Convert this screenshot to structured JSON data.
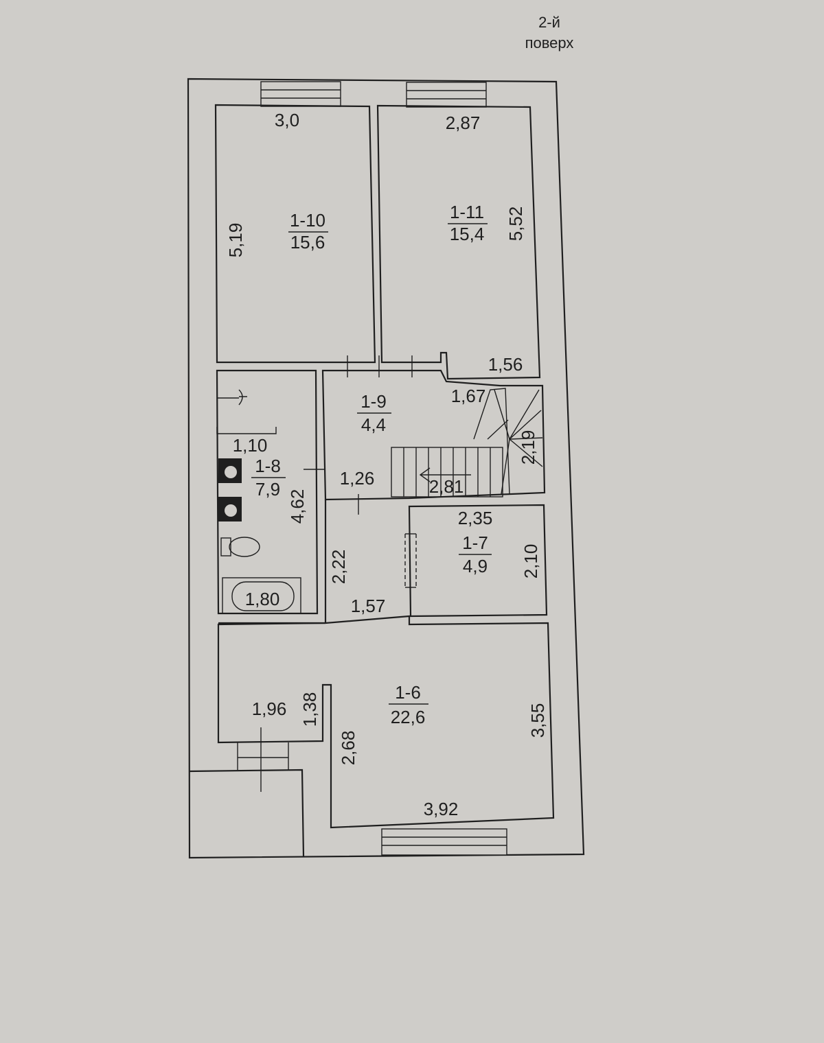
{
  "floor_label": [
    "2-й",
    "поверх"
  ],
  "rooms": [
    {
      "id": "1-10",
      "area": "15,6"
    },
    {
      "id": "1-11",
      "area": "15,4"
    },
    {
      "id": "1-9",
      "area": "4,4"
    },
    {
      "id": "1-8",
      "area": "7,9"
    },
    {
      "id": "1-7",
      "area": "4,9"
    },
    {
      "id": "1-6",
      "area": "22,6"
    }
  ],
  "dimensions": {
    "room_1_10_width": "3,0",
    "room_1_10_length": "5,19",
    "room_1_11_width": "2,87",
    "room_1_11_length": "5,52",
    "room_1_11_notch": "1,56",
    "stair_top": "1,67",
    "stair_side": "2,19",
    "stair_flight": "2,81",
    "room_1_9_width": "1,26",
    "room_1_8_width": "1,10",
    "room_1_8_length": "4,62",
    "bathtub_length": "1,80",
    "room_1_7_width": "2,35",
    "room_1_7_length": "2,10",
    "corridor_length": "2,22",
    "corridor_width": "1,57",
    "room_1_6_nook_width": "1,96",
    "room_1_6_nook_length": "1,38",
    "room_1_6_left_length": "2,68",
    "room_1_6_right_length": "3,55",
    "room_1_6_width": "3,92"
  }
}
